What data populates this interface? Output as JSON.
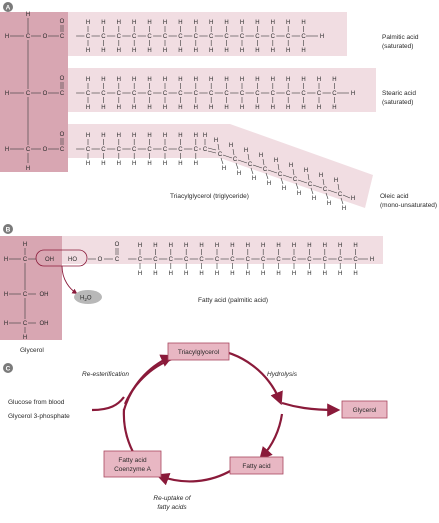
{
  "panel_a": {
    "letter": "A",
    "chains": [
      {
        "name": "Palmitic acid",
        "note": "(saturated)"
      },
      {
        "name": "Stearic acid",
        "note": "(saturated)"
      },
      {
        "name": "Oleic acid",
        "note": "(mono-unsaturated)"
      }
    ],
    "caption": "Triacylglycerol (triglyceride)"
  },
  "panel_b": {
    "letter": "B",
    "ho_left": "OH",
    "ho_right": "HO",
    "water": "H",
    "water_sub": "2",
    "water_o": "O",
    "glycerol_label": "Glycerol",
    "fatty_acid_label": "Fatty acid (palmitic acid)",
    "oh_lower": "OH"
  },
  "panel_c": {
    "letter": "C",
    "nodes": {
      "triacylglycerol": "Triacylglycerol",
      "glycerol": "Glycerol",
      "fatty_acid": "Fatty acid",
      "coenzyme_line1": "Fatty acid",
      "coenzyme_line2": "Coenzyme A"
    },
    "labels": {
      "reesterification": "Re-esterification",
      "hydrolysis": "Hydrolysis",
      "glucose": "Glucose from blood",
      "glycerol3p": "Glycerol 3-phosphate",
      "reuptake1": "Re-uptake of",
      "reuptake2": "fatty acids"
    }
  },
  "colors": {
    "pink_light": "#f1dde2",
    "pink_mid": "#d8a6b2",
    "pink_dark": "#c98d9c",
    "arrow": "#8a1a3a",
    "box_fill": "#e8b7c3",
    "box_stroke": "#a9475f",
    "circle_grey": "#b8b8b8",
    "badge": "#7a7a7a"
  }
}
